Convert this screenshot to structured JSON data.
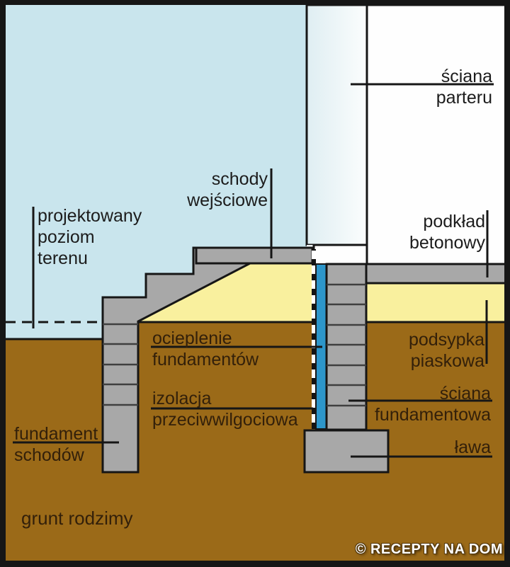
{
  "diagram": {
    "title_semantic": "Przekrój fundamentu schodów wejściowych (cross-section of entrance-stairs foundation)",
    "labels": {
      "projected_ground_level": [
        "projektowany",
        "poziom",
        "terenu"
      ],
      "entrance_stairs": [
        "schody",
        "wejściowe"
      ],
      "ground_floor_wall": [
        "ściana",
        "parteru"
      ],
      "concrete_underlay": [
        "podkład",
        "betonowy"
      ],
      "foundation_insulation": [
        "ocieplenie",
        "fundamentów"
      ],
      "sand_bedding": [
        "podsypka",
        "piaskowa"
      ],
      "damp_proof_insulation": [
        "izolacja",
        "przeciwwilgociowa"
      ],
      "foundation_wall": [
        "ściana",
        "fundamentowa"
      ],
      "stairs_foundation": [
        "fundament",
        "schodów"
      ],
      "footing": [
        "ława"
      ],
      "native_soil": [
        "grunt rodzimy"
      ]
    },
    "watermark": "© RECEPTY NA DOM",
    "colors": {
      "sky": "#c9e5ed",
      "wall_light": "#dfeef2",
      "wall_lighter": "#fbfdfd",
      "interior": "#fefefe",
      "ground": "#9b6a18",
      "sand": "#f9f09e",
      "concrete": "#a8a8a8",
      "concrete_seam": "#3f3f3f",
      "insulation_blue": "#2d96ca",
      "outline": "#161616",
      "label_text": "#1c1c1c",
      "ground_text": "#33200a",
      "watermark_text": "#ffffff"
    }
  }
}
